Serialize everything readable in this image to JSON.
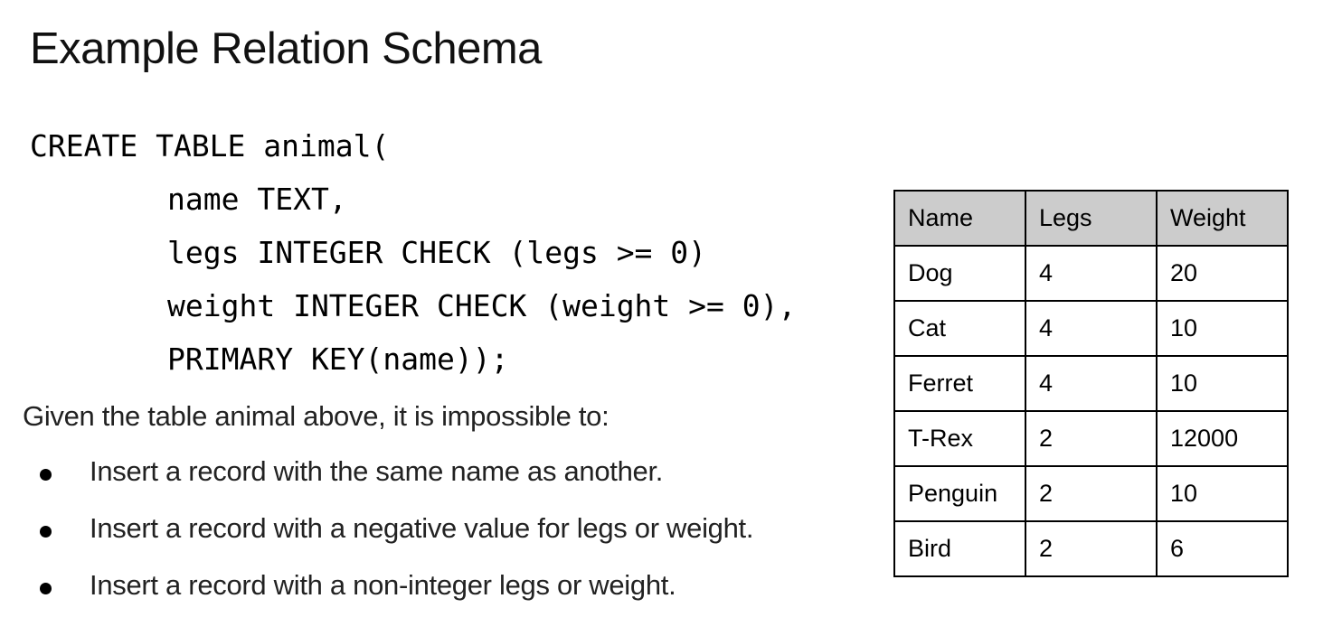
{
  "title": "Example Relation Schema",
  "code": {
    "lines": [
      "CREATE TABLE animal(",
      "name TEXT,",
      "legs INTEGER CHECK (legs >= 0)",
      "weight INTEGER CHECK (weight >= 0),",
      "PRIMARY KEY(name));"
    ]
  },
  "intro": "Given the table animal above, it is impossible to:",
  "bullets": [
    "Insert a record with the same name as another.",
    "Insert a record with a negative value for legs or weight.",
    "Insert a record with a non-integer legs or weight."
  ],
  "table": {
    "headers": [
      "Name",
      "Legs",
      "Weight"
    ],
    "rows": [
      [
        "Dog",
        "4",
        "20"
      ],
      [
        "Cat",
        "4",
        "10"
      ],
      [
        "Ferret",
        "4",
        "10"
      ],
      [
        "T-Rex",
        "2",
        "12000"
      ],
      [
        "Penguin",
        "2",
        "10"
      ],
      [
        "Bird",
        "2",
        "6"
      ]
    ],
    "header_bg": "#cccccc"
  }
}
